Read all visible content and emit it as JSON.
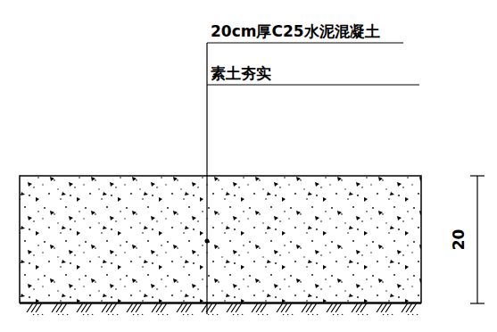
{
  "diagram": {
    "labels": [
      "20cm厚C25水泥混凝土",
      "素土夯实",
      "20"
    ]
  }
}
